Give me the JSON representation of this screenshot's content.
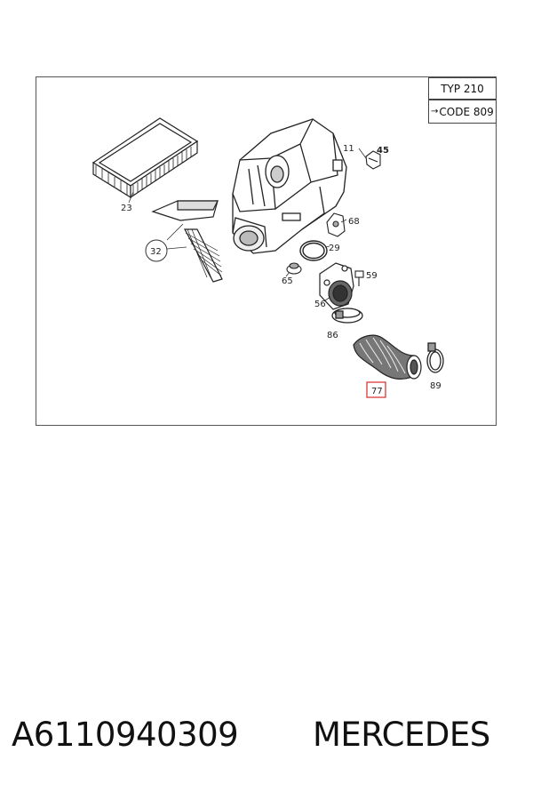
{
  "header": {
    "type_label": "TYP 210",
    "code_label": "CODE 809",
    "code_arrow": "→"
  },
  "callouts": {
    "c11": "11",
    "c45": "45",
    "c23": "23",
    "c68": "68",
    "c29": "29",
    "c32": "32",
    "c65": "65",
    "c59": "59",
    "c56": "56",
    "c86": "86",
    "c77": "77",
    "c89": "89"
  },
  "highlight": {
    "part": "77",
    "color": "#d62828"
  },
  "footer": {
    "part_number": "A6110940309",
    "brand": "MERCEDES"
  }
}
